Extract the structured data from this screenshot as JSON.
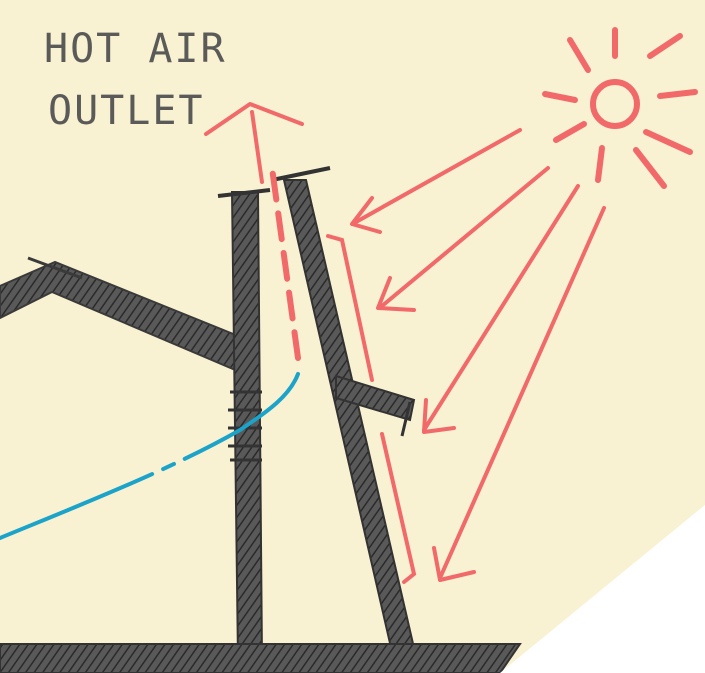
{
  "annotation": {
    "line1": "HOT AIR",
    "line2": "OUTLET"
  },
  "colors": {
    "paper": "#f8f1d2",
    "wall_ink": "#555555",
    "hatch": "#2f2f2f",
    "sun_and_arrows": "#f2696a",
    "air_flow": "#1ba3c9",
    "text_ink": "#5a5a58",
    "corner_cut": "#ffffff"
  },
  "icons": {
    "sun": "sun-icon",
    "sun_rays": "sun-ray-arrows",
    "hot_air": "hot-air-up-arrow",
    "cool_air": "air-flow-curve"
  }
}
